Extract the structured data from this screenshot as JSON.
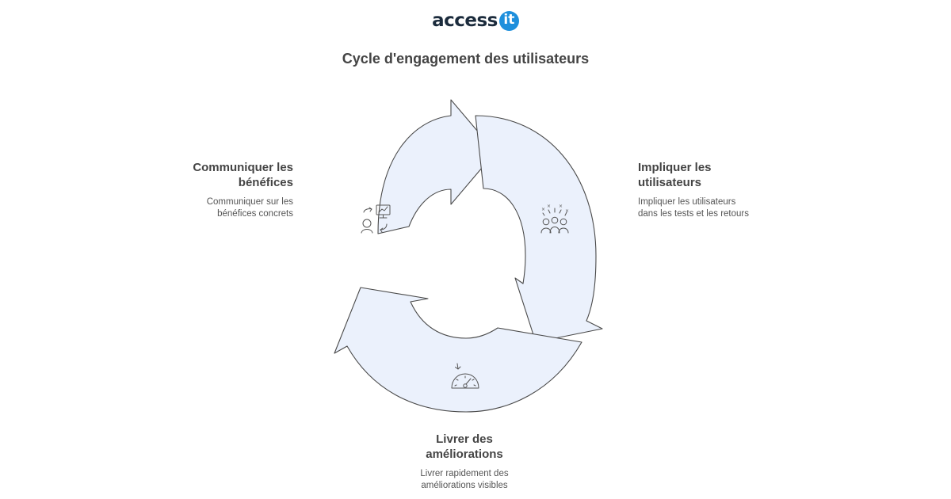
{
  "brand": {
    "name": "access",
    "badge": "it",
    "badge_color": "#1e8fdc",
    "text_color": "#1b2b3c"
  },
  "title": "Cycle d'engagement des utilisateurs",
  "colors": {
    "arrow_fill": "#ebf1fc",
    "arrow_stroke": "#4a4a4a",
    "text": "#444444"
  },
  "steps": [
    {
      "title_line1": "Impliquer les",
      "title_line2": "utilisateurs",
      "desc_line1": "Impliquer les utilisateurs",
      "desc_line2": "dans les tests et les retours",
      "icon": "people-group-icon"
    },
    {
      "title_line1": "Livrer des",
      "title_line2": "améliorations",
      "desc_line1": "Livrer rapidement des",
      "desc_line2": "améliorations visibles",
      "icon": "speedometer-icon"
    },
    {
      "title_line1": "Communiquer les",
      "title_line2": "bénéfices",
      "desc_line1": "Communiquer sur les",
      "desc_line2": "bénéfices concrets",
      "icon": "presentation-icon"
    }
  ]
}
